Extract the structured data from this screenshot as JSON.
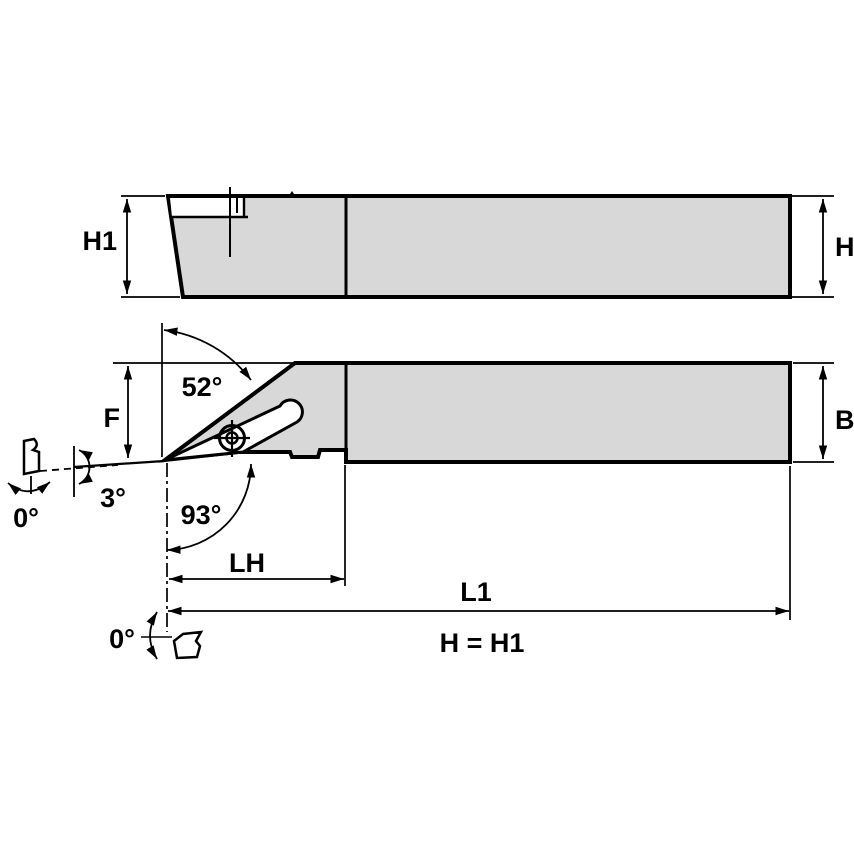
{
  "drawing": {
    "description": "Two-view dimensional drawing of a turning toolholder with 35-degree diamond insert",
    "colors": {
      "background": "#ffffff",
      "body_fill": "#d8d8d8",
      "line": "#000000"
    },
    "side_view": {
      "dim_height_head": "H1",
      "dim_height_shank": "H"
    },
    "plan_view": {
      "angle_insert": "52°",
      "angle_back": "3°",
      "angle_lead": "93°",
      "angle_clearance_side": "0°",
      "angle_clearance_end": "0°",
      "dim_tip_drop": "F",
      "dim_shank_width": "B",
      "dim_head_length": "LH",
      "dim_overall_length": "L1",
      "note_equation": "H = H1"
    }
  }
}
